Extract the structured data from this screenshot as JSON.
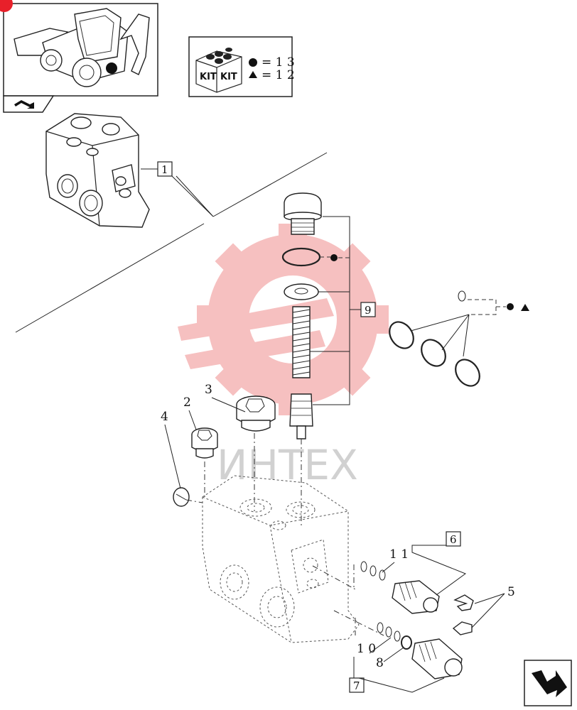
{
  "kit_legend": {
    "kit_text_left": "KIT",
    "kit_text_right": "KIT",
    "circle_qty": "= 1 3",
    "triangle_qty": "= 1 2"
  },
  "watermark": {
    "text": "ИНТЕХ"
  },
  "callouts": {
    "c1": "1",
    "c2": "2",
    "c3": "3",
    "c4": "4",
    "c5": "5",
    "c6": "6",
    "c7": "7",
    "c8": "8",
    "c9": "9",
    "c10": "1 0",
    "c11": "1 1"
  }
}
